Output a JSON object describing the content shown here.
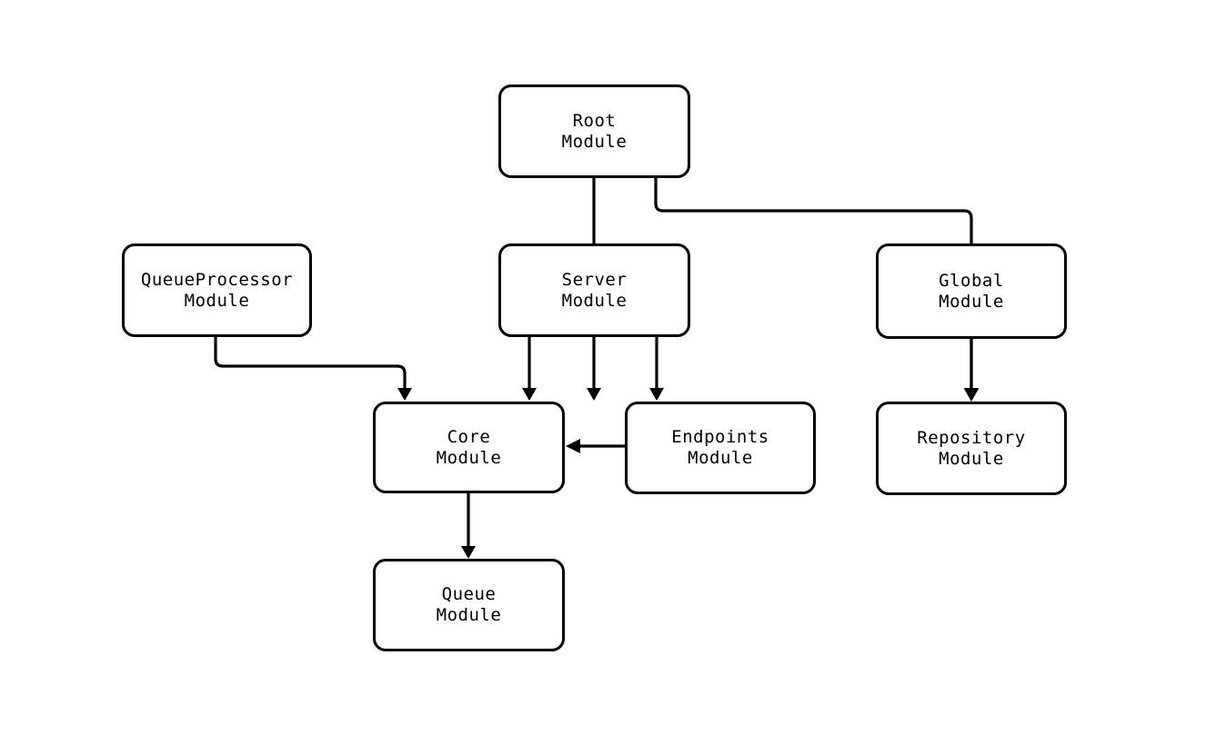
{
  "diagram": {
    "type": "module-dependency-graph",
    "background_color": "#ffffff",
    "node_border_color": "#000000",
    "node_fill_color": "#ffffff",
    "edge_color": "#000000",
    "nodes": [
      {
        "id": "root",
        "title": "Root",
        "subtitle": "Module",
        "label": "Root\nModule"
      },
      {
        "id": "queueprocessor",
        "title": "QueueProcessor",
        "subtitle": "Module",
        "label": "QueueProcessor\nModule"
      },
      {
        "id": "server",
        "title": "Server",
        "subtitle": "Module",
        "label": "Server\nModule"
      },
      {
        "id": "global",
        "title": "Global",
        "subtitle": "Module",
        "label": "Global\nModule"
      },
      {
        "id": "core",
        "title": "Core",
        "subtitle": "Module",
        "label": "Core\nModule"
      },
      {
        "id": "endpoints",
        "title": "Endpoints",
        "subtitle": "Module",
        "label": "Endpoints\nModule"
      },
      {
        "id": "repository",
        "title": "Repository",
        "subtitle": "Module",
        "label": "Repository\nModule"
      },
      {
        "id": "queue",
        "title": "Queue",
        "subtitle": "Module",
        "label": "Queue\nModule"
      }
    ],
    "edges": [
      {
        "from": "root",
        "to": "server",
        "style": "straight-down"
      },
      {
        "from": "root",
        "to": "global",
        "style": "orthogonal"
      },
      {
        "from": "server",
        "to": "core",
        "style": "straight-down"
      },
      {
        "from": "server",
        "to": "endpoints",
        "style": "straight-down"
      },
      {
        "from": "queueprocessor",
        "to": "core",
        "style": "orthogonal"
      },
      {
        "from": "endpoints",
        "to": "core",
        "style": "straight-left"
      },
      {
        "from": "global",
        "to": "repository",
        "style": "straight-down"
      },
      {
        "from": "core",
        "to": "queue",
        "style": "straight-down"
      }
    ]
  }
}
